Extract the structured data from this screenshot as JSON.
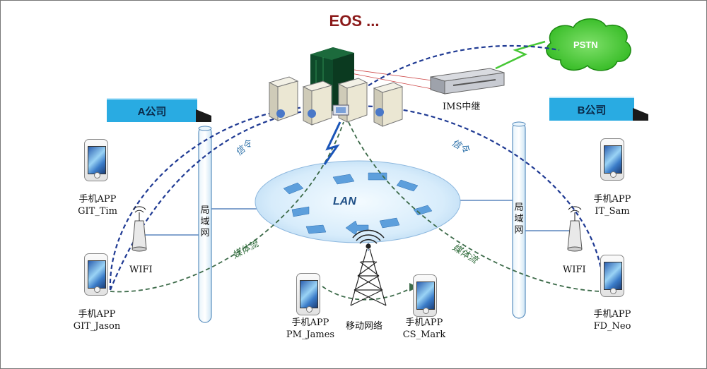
{
  "title": "EOS ...",
  "companies": {
    "a": "A公司",
    "b": "B公司"
  },
  "pstn": "PSTN",
  "ims": "IMS中继",
  "lan": "LAN",
  "lan_lines": [
    "局",
    "域",
    "网"
  ],
  "signal_label": "信令",
  "media_label": "媒体流",
  "wifi": "WIFI",
  "mobile_network": "移动网络",
  "phones": [
    {
      "app": "手机APP",
      "name": "GIT_Tim"
    },
    {
      "app": "手机APP",
      "name": "GIT_Jason"
    },
    {
      "app": "手机APP",
      "name": "PM_James"
    },
    {
      "app": "手机APP",
      "name": "CS_Mark"
    },
    {
      "app": "手机APP",
      "name": "IT_Sam"
    },
    {
      "app": "手机APP",
      "name": "FD_Neo"
    }
  ],
  "colors": {
    "signal": "#1f3a93",
    "media": "#3d6b4a",
    "company_box": "#29abe2",
    "cloud": "#4cd23a",
    "title": "#8b1a1a"
  }
}
